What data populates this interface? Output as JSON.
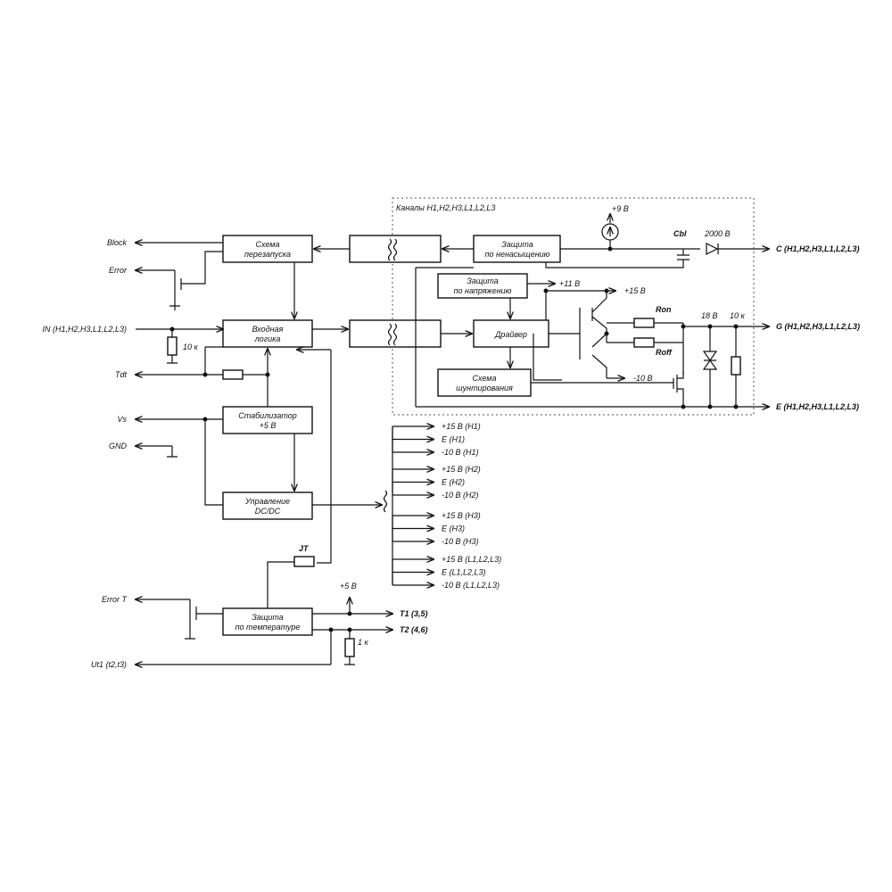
{
  "blocks": {
    "restart": [
      "Схема",
      "перезапуска"
    ],
    "input_logic": [
      "Входная",
      "логика"
    ],
    "stabilizer": [
      "Стабилизатор",
      "+5 В"
    ],
    "dcdc": [
      "Управление",
      "DC/DC"
    ],
    "temp": [
      "Защита",
      "по температуре"
    ],
    "desat": [
      "Защита",
      "по ненасыщению"
    ],
    "voltage": [
      "Защита",
      "по напряжению"
    ],
    "driver": [
      "Драйвер"
    ],
    "shunt": [
      "Схема",
      "шунтирования"
    ]
  },
  "left_terminals": {
    "block": "Block",
    "error": "Error",
    "in": "IN  (H1,H2,H3,L1,L2,L3)",
    "tdt": "Tdt",
    "vs": "Vs",
    "gnd": "GND",
    "error_t": "Error T",
    "ut1": "Ut1 (t2,t3)"
  },
  "right_terminals": {
    "c": "C (H1,H2,H3,L1,L2,L3)",
    "g": "G (H1,H2,H3,L1,L2,L3)",
    "e": "E (H1,H2,H3,L1,L2,L3)",
    "t1": "T1 (3,5)",
    "t2": "T2 (4,6)"
  },
  "channels_title": "Каналы H1,H2,H3,L1,L2,L3",
  "components": {
    "r10k_left": "10 к",
    "r1k": "1 к",
    "jt": "JT",
    "plus5v": "+5 В",
    "plus9v": "+9 В",
    "cbl": "Cbl",
    "v2000": "2000 В",
    "plus11v": "+11 В",
    "plus15v": "+15 В",
    "ron": "Ron",
    "roff": "Roff",
    "v18": "18 В",
    "r10k_right": "10 к",
    "minus10v": "-10 В"
  },
  "supply_outputs": [
    [
      "+15 В (H1)",
      "E (H1)",
      "-10 В (H1)"
    ],
    [
      "+15 В (H2)",
      "E (H2)",
      "-10 В (H2)"
    ],
    [
      "+15 В (H3)",
      "E (H3)",
      "-10 В (H3)"
    ],
    [
      "+15 В (L1,L2,L3)",
      "E (L1,L2,L3)",
      "-10 В (L1,L2,L3)"
    ]
  ]
}
